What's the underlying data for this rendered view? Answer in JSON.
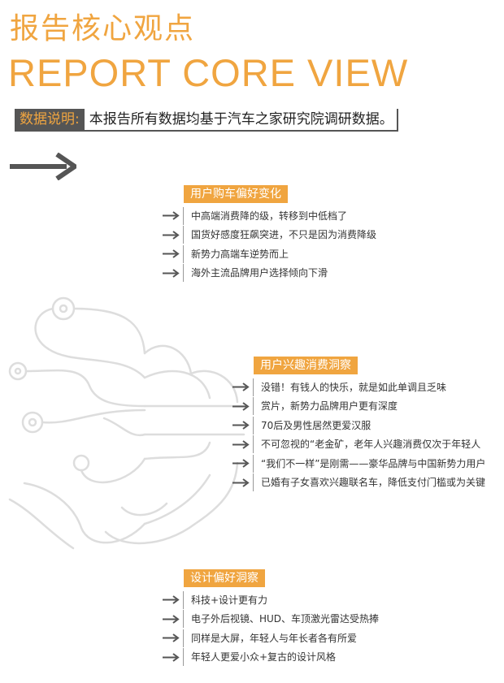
{
  "header": {
    "title_cn": "报告核心观点",
    "title_en": "REPORT CORE VIEW"
  },
  "note": {
    "label": "数据说明:",
    "text": "本报告所有数据均基于汽车之家研究院调研数据。"
  },
  "colors": {
    "accent": "#f0a540",
    "dark": "#555555",
    "text": "#333333"
  },
  "sections": [
    {
      "title": "用户购车偏好变化",
      "items": [
        "中高端消费降的级，转移到中低档了",
        "国货好感度狂飙突进，不只是因为消费降级",
        "新势力高端车逆势而上",
        "海外主流品牌用户选择倾向下滑"
      ]
    },
    {
      "title": "用户兴趣消费洞察",
      "items": [
        "没错！有钱人的快乐，就是如此单调且乏味",
        "赏片，新势力品牌用户更有深度",
        "70后及男性居然更爱汉服",
        "不可忽视的“老金矿，老年人兴趣消费仅次于年轻人",
        "“我们不一样”是刚需——豪华品牌与中国新势力用户",
        "已婚有子女喜欢兴趣联名车，降低支付门槛或为关键"
      ]
    },
    {
      "title": "设计偏好洞察",
      "items": [
        "科技+设计更有力",
        "电子外后视镜、HUD、车顶激光雷达受热捧",
        "同样是大屏，年轻人与年长者各有所爱",
        "年轻人更爱小众+复古的设计风格"
      ]
    }
  ]
}
